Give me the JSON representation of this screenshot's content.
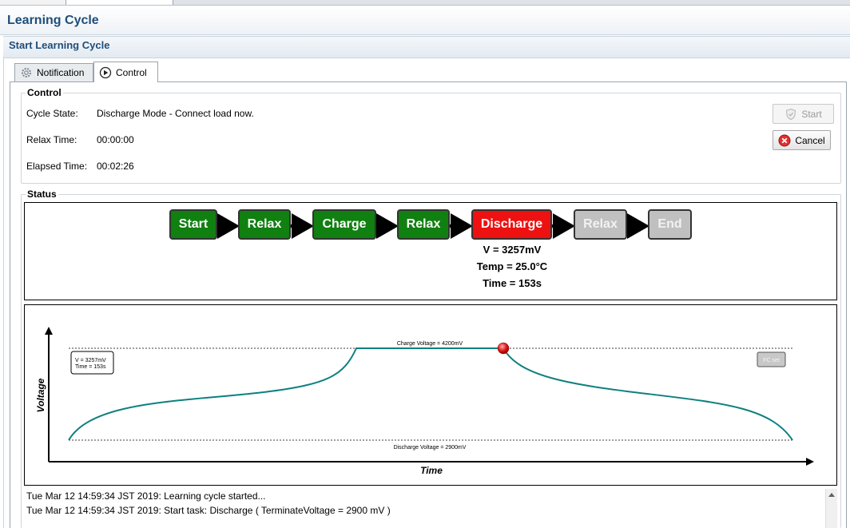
{
  "header": {
    "title": "Learning Cycle",
    "section_title": "Start Learning Cycle"
  },
  "tabs": [
    {
      "label": "Notification",
      "icon": "gear-icon",
      "active": false
    },
    {
      "label": "Control",
      "icon": "play-icon",
      "active": true
    }
  ],
  "control": {
    "legend": "Control",
    "rows": [
      {
        "label": "Cycle State:",
        "value": "Discharge Mode - Connect load now."
      },
      {
        "label": "Relax Time:",
        "value": "00:00:00"
      },
      {
        "label": "Elapsed Time:",
        "value": "00:02:26"
      }
    ],
    "start_label": "Start",
    "cancel_label": "Cancel"
  },
  "status": {
    "legend": "Status",
    "steps": [
      {
        "label": "Start",
        "state": "done"
      },
      {
        "label": "Relax",
        "state": "done"
      },
      {
        "label": "Charge",
        "state": "done"
      },
      {
        "label": "Relax",
        "state": "done"
      },
      {
        "label": "Discharge",
        "state": "active"
      },
      {
        "label": "Relax",
        "state": "pending"
      },
      {
        "label": "End",
        "state": "pending"
      }
    ],
    "voltage": "V = 3257mV",
    "temp": "Temp = 25.0°C",
    "time": "Time = 153s"
  },
  "graph": {
    "y_label": "Voltage",
    "x_label": "Time",
    "charge_line_label": "Charge Voltage = 4200mV",
    "discharge_line_label": "Discharge Voltage = 2900mV",
    "info_line1": "V = 3257mV",
    "info_line2": "Time = 153s",
    "fc_label": "FC set",
    "curve_color": "#0e8080",
    "marker_color": "#e02020"
  },
  "log": [
    "Tue Mar 12 14:59:34 JST 2019: Learning cycle started...",
    "Tue Mar 12 14:59:34 JST 2019: Start task: Discharge ( TerminateVoltage = 2900 mV )"
  ],
  "colors": {
    "done": "#108010",
    "active": "#ee1111",
    "pending": "#c0c0c0",
    "title": "#1f4e79"
  }
}
